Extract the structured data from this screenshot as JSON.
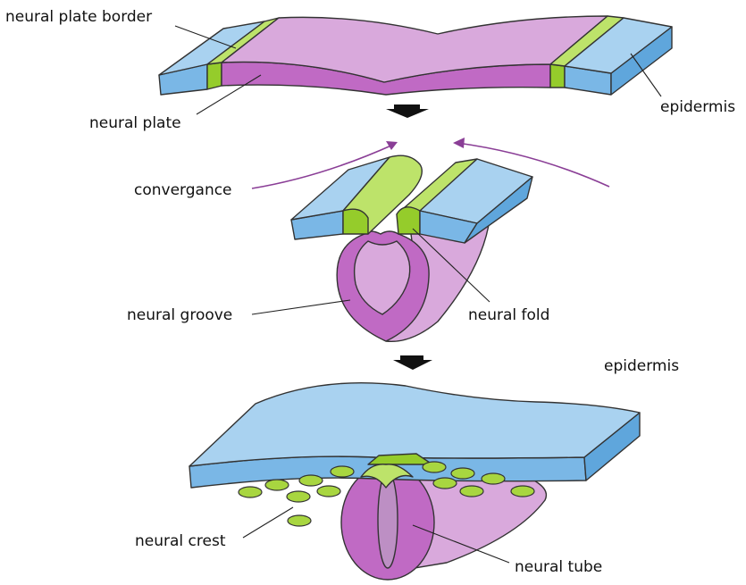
{
  "labels": {
    "neural_plate_border": "neural plate border",
    "neural_plate": "neural plate",
    "epidermis_top": "epidermis",
    "convergance": "convergance",
    "neural_groove": "neural groove",
    "neural_fold": "neural fold",
    "epidermis_bottom": "epidermis",
    "neural_crest": "neural crest",
    "neural_tube": "neural tube"
  },
  "colors": {
    "epidermis": "#a9d2f0",
    "epidermis_side": "#7ab7e6",
    "neural_plate": "#d9a9dc",
    "neural_plate_side": "#c06ac4",
    "plate_border": "#bde36a",
    "plate_border_side": "#95cc2b",
    "neural_crest": "#a8d640",
    "arrow": "#111111",
    "convergence_arrow": "#8a3e96",
    "tube_lumen": "#bd8fc4"
  },
  "icons": [
    "down-arrow-icon",
    "convergence-arrow-icon"
  ]
}
